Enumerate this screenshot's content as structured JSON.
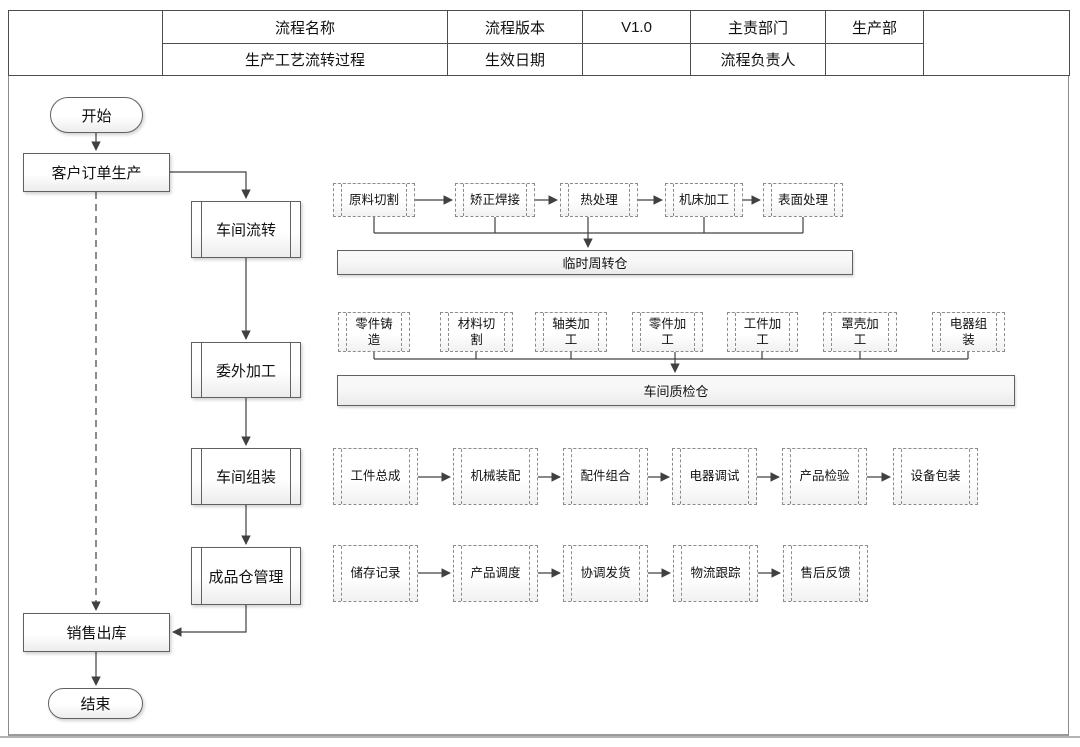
{
  "header": {
    "process_name_label": "流程名称",
    "process_name_value": "生产工艺流转过程",
    "version_label": "流程版本",
    "version_value": "V1.0",
    "effective_date_label": "生效日期",
    "effective_date_value": "",
    "department_label": "主责部门",
    "department_value": "生产部",
    "owner_label": "流程负责人",
    "owner_value": ""
  },
  "flow": {
    "start_label": "开始",
    "customer_order_label": "客户订单生产",
    "sales_outbound_label": "销售出库",
    "end_label": "结束",
    "stages": [
      {
        "name": "车间流转",
        "boxes": [
          "原料切割",
          "矫正焊接",
          "热处理",
          "机床加工",
          "表面处理"
        ],
        "warehouse": "临时周转仓"
      },
      {
        "name": "委外加工",
        "boxes": [
          "零件铸造",
          "材料切割",
          "轴类加工",
          "零件加工",
          "工件加工",
          "罩壳加工",
          "电器组装"
        ],
        "warehouse": "车间质检仓"
      },
      {
        "name": "车间组装",
        "boxes": [
          "工件总成",
          "机械装配",
          "配件组合",
          "电器调试",
          "产品检验",
          "设备包装"
        ]
      },
      {
        "name": "成品仓管理",
        "boxes": [
          "储存记录",
          "产品调度",
          "协调发货",
          "物流跟踪",
          "售后反馈"
        ]
      }
    ]
  },
  "colors": {
    "connector": "#404040",
    "node_border": "#616161",
    "dashed_border": "#8c8c8c",
    "table_border": "#4d4d4d",
    "warehouse_fill": "#f2f2f2"
  }
}
